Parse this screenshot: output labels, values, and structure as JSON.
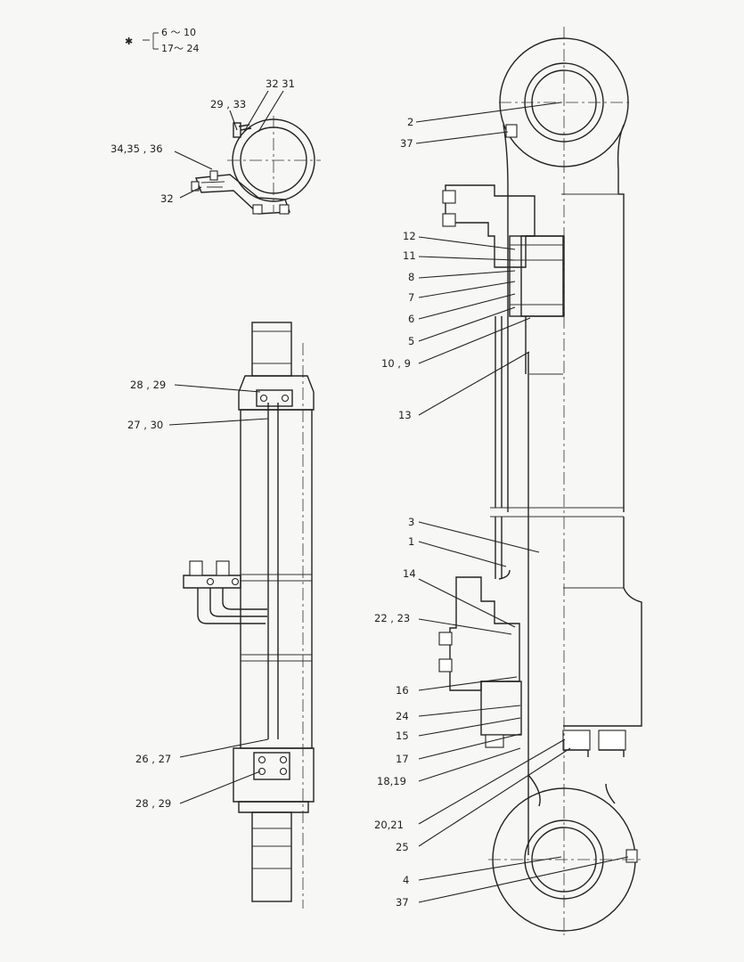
{
  "legend": {
    "symbol": "✱",
    "range_a": "6 〜 10",
    "range_b": "17〜 24"
  },
  "labels": {
    "top_view": [
      "32 31",
      "29 , 33",
      "34,35 , 36",
      "32"
    ],
    "left_view": [
      "28 , 29",
      "27 , 30",
      "26 , 27",
      "28 , 29"
    ],
    "right_view": [
      "2",
      "37",
      "12",
      "11",
      "8",
      "7",
      "6",
      "5",
      "10 , 9",
      "13",
      "3",
      "1",
      "14",
      "22 , 23",
      "16",
      "24",
      "15",
      "17",
      "18,19",
      "20,21",
      "25",
      "4",
      "37"
    ]
  }
}
